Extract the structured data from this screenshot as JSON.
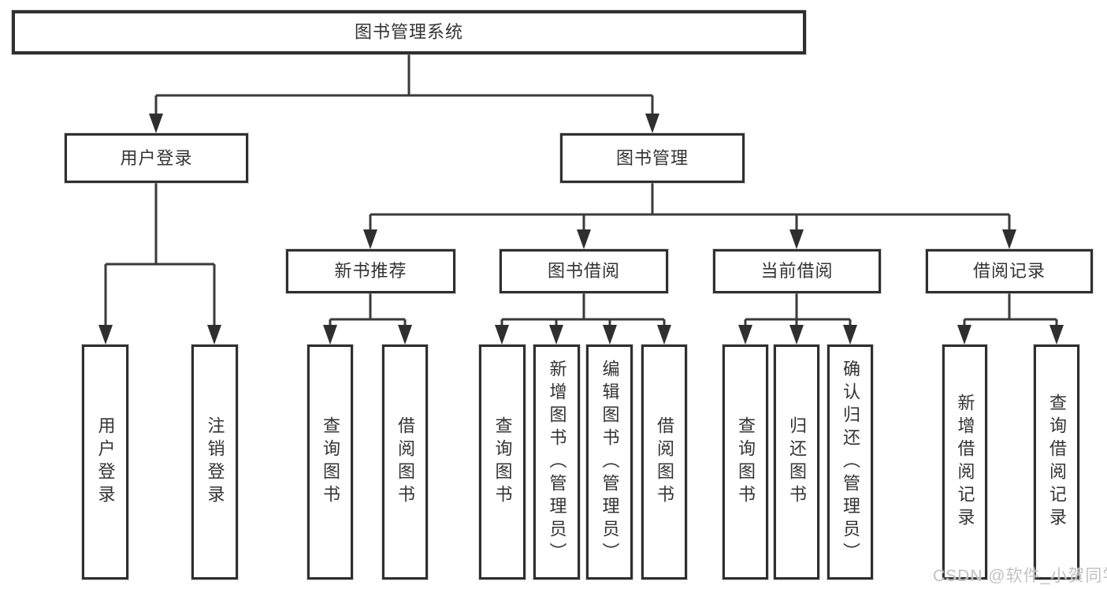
{
  "diagram": {
    "title": "图书管理系统",
    "root": "图书管理系统",
    "level2": [
      "用户登录",
      "图书管理"
    ],
    "level3": [
      "新书推荐",
      "图书借阅",
      "当前借阅",
      "借阅记录"
    ],
    "leaves": {
      "user_login": [
        "用户登录",
        "注销登录"
      ],
      "new_book": [
        "查询图书",
        "借阅图书"
      ],
      "book_borrow": [
        "查询图书",
        "新增图书（管理员）",
        "编辑图书（管理员）",
        "借阅图书"
      ],
      "current_borrow": [
        "查询图书",
        "归还图书",
        "确认归还（管理员）"
      ],
      "borrow_record": [
        "新增借阅记录",
        "查询借阅记录"
      ]
    }
  },
  "watermark": "CSDN @软件_小贺同学",
  "colors": {
    "line": "#3a3a3a",
    "arrow": "#2f2f2f",
    "border": "#2f2f2f",
    "text": "#333333",
    "watermark": "#c2c2c2",
    "background": "#ffffff"
  }
}
